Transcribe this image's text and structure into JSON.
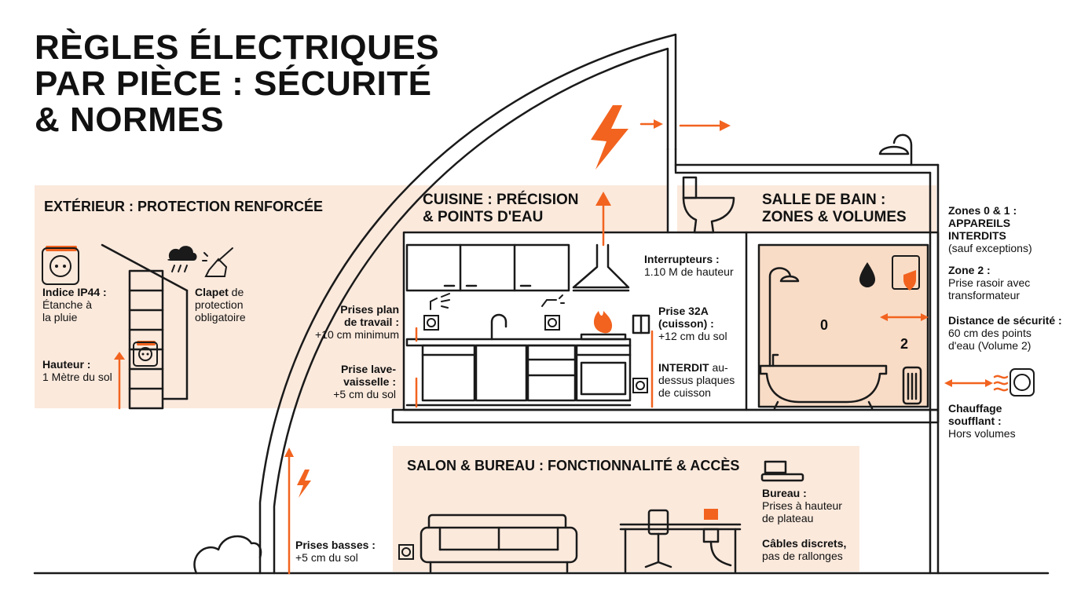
{
  "title": {
    "line1": "RÈGLES ÉLECTRIQUES",
    "line2": "PAR PIÈCE : SÉCURITÉ",
    "line3": "& NORMES"
  },
  "exterieur": {
    "title": "EXTÉRIEUR : PROTECTION RENFORCÉE",
    "ip44_label": "Indice IP44 :",
    "ip44_l1": "Étanche à",
    "ip44_l2": "la pluie",
    "clapet_label": "Clapet",
    "clapet_l1": " de",
    "clapet_l2": "protection",
    "clapet_l3": "obligatoire",
    "hauteur_label": "Hauteur :",
    "hauteur_value": "1 Mètre du sol"
  },
  "cuisine": {
    "title_l1": "CUISINE : PRÉCISION",
    "title_l2": "& POINTS D'EAU",
    "interrupteurs_label": "Interrupteurs :",
    "interrupteurs_value": "1.10 M de hauteur",
    "plan_l1": "Prises plan",
    "plan_l2": "de travail :",
    "plan_l3": "+10 cm minimum",
    "prise32_l1": "Prise 32A",
    "prise32_l2": "(cuisson) :",
    "prise32_l3": "+12 cm du sol",
    "lave_l1": "Prise lave-",
    "lave_l2": "vaisselle :",
    "lave_l3": "+5 cm du sol",
    "interdit_bold": "INTERDIT",
    "interdit_rest": " au-",
    "interdit_l2": "dessus plaques",
    "interdit_l3": "de cuisson"
  },
  "salle_de_bain": {
    "title_l1": "SALLE DE BAIN :",
    "title_l2": "ZONES & VOLUMES",
    "zone_0": "0",
    "zone_2": "2",
    "zones01_l1": "Zones 0 & 1 :",
    "zones01_l2": "APPAREILS",
    "zones01_l3": "INTERDITS",
    "zones01_l4": "(sauf exceptions)",
    "zone2_label": "Zone 2 :",
    "zone2_l1": "Prise rasoir avec",
    "zone2_l2": "transformateur",
    "distance_label": "Distance de sécurité :",
    "distance_l1": "60 cm des points",
    "distance_l2": "d'eau (Volume 2)",
    "chauffage_l1": "Chauffage",
    "chauffage_l2": "soufflant :",
    "chauffage_l3": "Hors volumes"
  },
  "salon": {
    "title": "SALON & BUREAU : FONCTIONNALITÉ & ACCÈS",
    "prises_basses_label": "Prises basses :",
    "prises_basses_value": "+5 cm du sol",
    "bureau_label": "Bureau :",
    "bureau_l1": "Prises à hauteur",
    "bureau_l2": "de plateau",
    "cables_l1": "Câbles discrets,",
    "cables_l2": "pas de rallonges"
  },
  "colors": {
    "accent": "#f2631f",
    "panel": "#fbe9dc",
    "bath_panel": "#f9dcc6",
    "line": "#1a1a1a"
  }
}
